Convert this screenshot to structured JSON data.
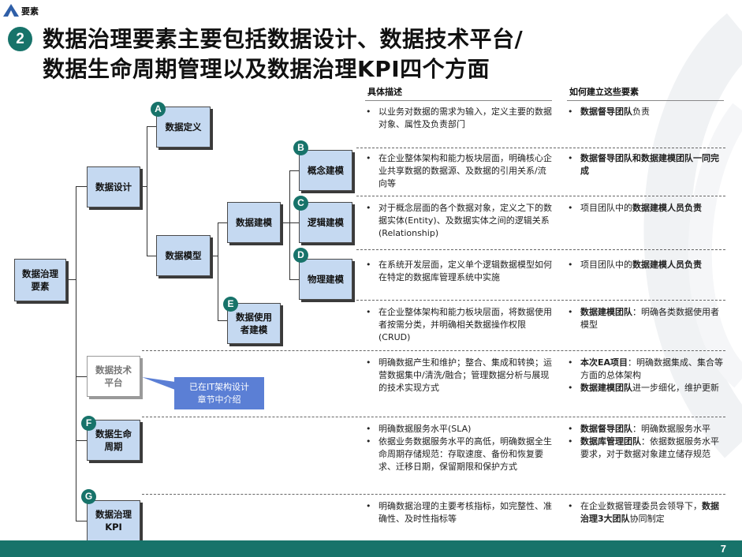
{
  "header": {
    "section_label": "要素",
    "number": "2",
    "title_line1": "数据治理要素主要包括数据设计、数据技术平台/",
    "title_line2": "数据生命周期管理以及数据治理KPI四个方面"
  },
  "columns": {
    "description": "具体描述",
    "how_to_build": "如何建立这些要素"
  },
  "tree": {
    "root": "数据治理要素",
    "data_design": "数据设计",
    "data_definition": "数据定义",
    "data_model": "数据模型",
    "data_modeling": "数据建模",
    "concept_modeling": "概念建模",
    "logic_modeling": "逻辑建模",
    "physical_modeling": "物理建模",
    "data_user_modeling_l1": "数据使用",
    "data_user_modeling_l2": "者建模",
    "tech_platform_l1": "数据技术",
    "tech_platform_l2": "平台",
    "lifecycle_l1": "数据生命",
    "lifecycle_l2": "周期",
    "kpi_l1": "数据治理",
    "kpi_l2": "KPI",
    "letters": [
      "A",
      "B",
      "C",
      "D",
      "E",
      "F",
      "G"
    ],
    "callout_l1": "已在IT架构设计",
    "callout_l2": "章节中介绍"
  },
  "rows": [
    {
      "desc": [
        "以业务对数据的需求为输入，定义主要的数据对象、属性及负责部门"
      ],
      "how": [
        {
          "bold": "数据督导团队",
          "text": "负责"
        }
      ]
    },
    {
      "desc": [
        "在企业整体架构和能力板块层面，明确核心企业共享数据的数据源、及数据的引用关系/流向等"
      ],
      "how": [
        {
          "bold": "数据督导团队和数据建模团队一同完成",
          "text": ""
        }
      ]
    },
    {
      "desc": [
        "对于概念层面的各个数据对象，定义之下的数据实体(Entity)、及数据实体之间的逻辑关系(Relationship)"
      ],
      "how": [
        {
          "pre": "项目团队中的",
          "bold": "数据建模人员负责",
          "text": ""
        }
      ]
    },
    {
      "desc": [
        "在系统开发层面，定义单个逻辑数据模型如何在特定的数据库管理系统中实施"
      ],
      "how": [
        {
          "pre": "项目团队中的",
          "bold": "数据建模人员负责",
          "text": ""
        }
      ]
    },
    {
      "desc": [
        "在企业整体架构和能力板块层面，将数据使用者按需分类，并明确相关数据操作权限(CRUD)"
      ],
      "how": [
        {
          "bold": "数据建模团队",
          "text": "：明确各类数据使用者模型"
        }
      ]
    },
    {
      "desc": [
        "明确数据产生和维护；整合、集成和转换；运营数据集中/清洗/融合；管理数据分析与展现的技术实现方式"
      ],
      "how": [
        {
          "bold": "本次EA项目",
          "text": "：明确数据集成、集合等方面的总体架构"
        },
        {
          "bold": "数据建模团队",
          "text": "进一步细化，维护更新"
        }
      ]
    },
    {
      "desc": [
        "明确数据服务水平(SLA)",
        "依据业务数据服务水平的高低，明确数据全生命周期存储规范：存取速度、备份和恢复要求、迁移日期，保留期限和保护方式"
      ],
      "how": [
        {
          "bold": "数据督导团队",
          "text": "：明确数据服务水平"
        },
        {
          "bold": "数据库管理团队",
          "text": "：依据数据服务水平要求，对于数据对象建立储存规范"
        }
      ]
    },
    {
      "desc": [
        "明确数据治理的主要考核指标，如完整性、准确性、及时性指标等"
      ],
      "how": [
        {
          "pre": "在企业数据管理委员会领导下，",
          "bold": "数据治理3大团队",
          "text": "协同制定"
        }
      ]
    }
  ],
  "footer": {
    "page": "7"
  },
  "colors": {
    "teal": "#17736a",
    "node_fill": "#c5d9f1",
    "callout": "#5b7fd5"
  }
}
